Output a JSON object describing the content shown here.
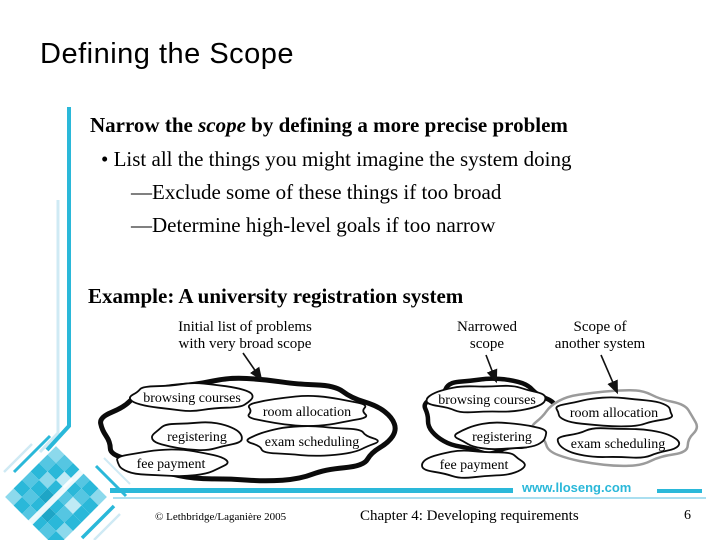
{
  "slide": {
    "title": "Defining the Scope",
    "body": {
      "heading": {
        "pre": "Narrow the ",
        "emph": "scope",
        "post": " by defining a more precise problem"
      },
      "bullet": "• List all the things you might imagine the system doing",
      "sub_bullets": [
        "—Exclude some of these things if too broad",
        "—Determine high-level goals if too narrow"
      ],
      "example_heading": "Example: A university registration system"
    },
    "diagram": {
      "labels": {
        "initial": {
          "line1": "Initial list of problems",
          "line2": "with very broad scope"
        },
        "narrowed": {
          "line1": "Narrowed",
          "line2": "scope"
        },
        "other": {
          "line1": "Scope of",
          "line2": "another system"
        }
      },
      "blobs": {
        "left": {
          "browsing": "browsing courses",
          "room": "room allocation",
          "registering": "registering",
          "exam": "exam scheduling",
          "fee": "fee payment"
        },
        "right": {
          "browsing": "browsing courses",
          "registering": "registering",
          "fee": "fee payment",
          "room": "room allocation",
          "exam": "exam scheduling"
        }
      }
    },
    "footer": {
      "website": "www.lloseng.com",
      "copyright": "© Lethbridge/Laganière 2005",
      "chapter": "Chapter 4: Developing requirements",
      "page_number": "6"
    },
    "colors": {
      "accent_teal": "#2ab8d9",
      "accent_pale": "#cfeaf4",
      "other_scope_gray": "#9b9b9b"
    }
  }
}
